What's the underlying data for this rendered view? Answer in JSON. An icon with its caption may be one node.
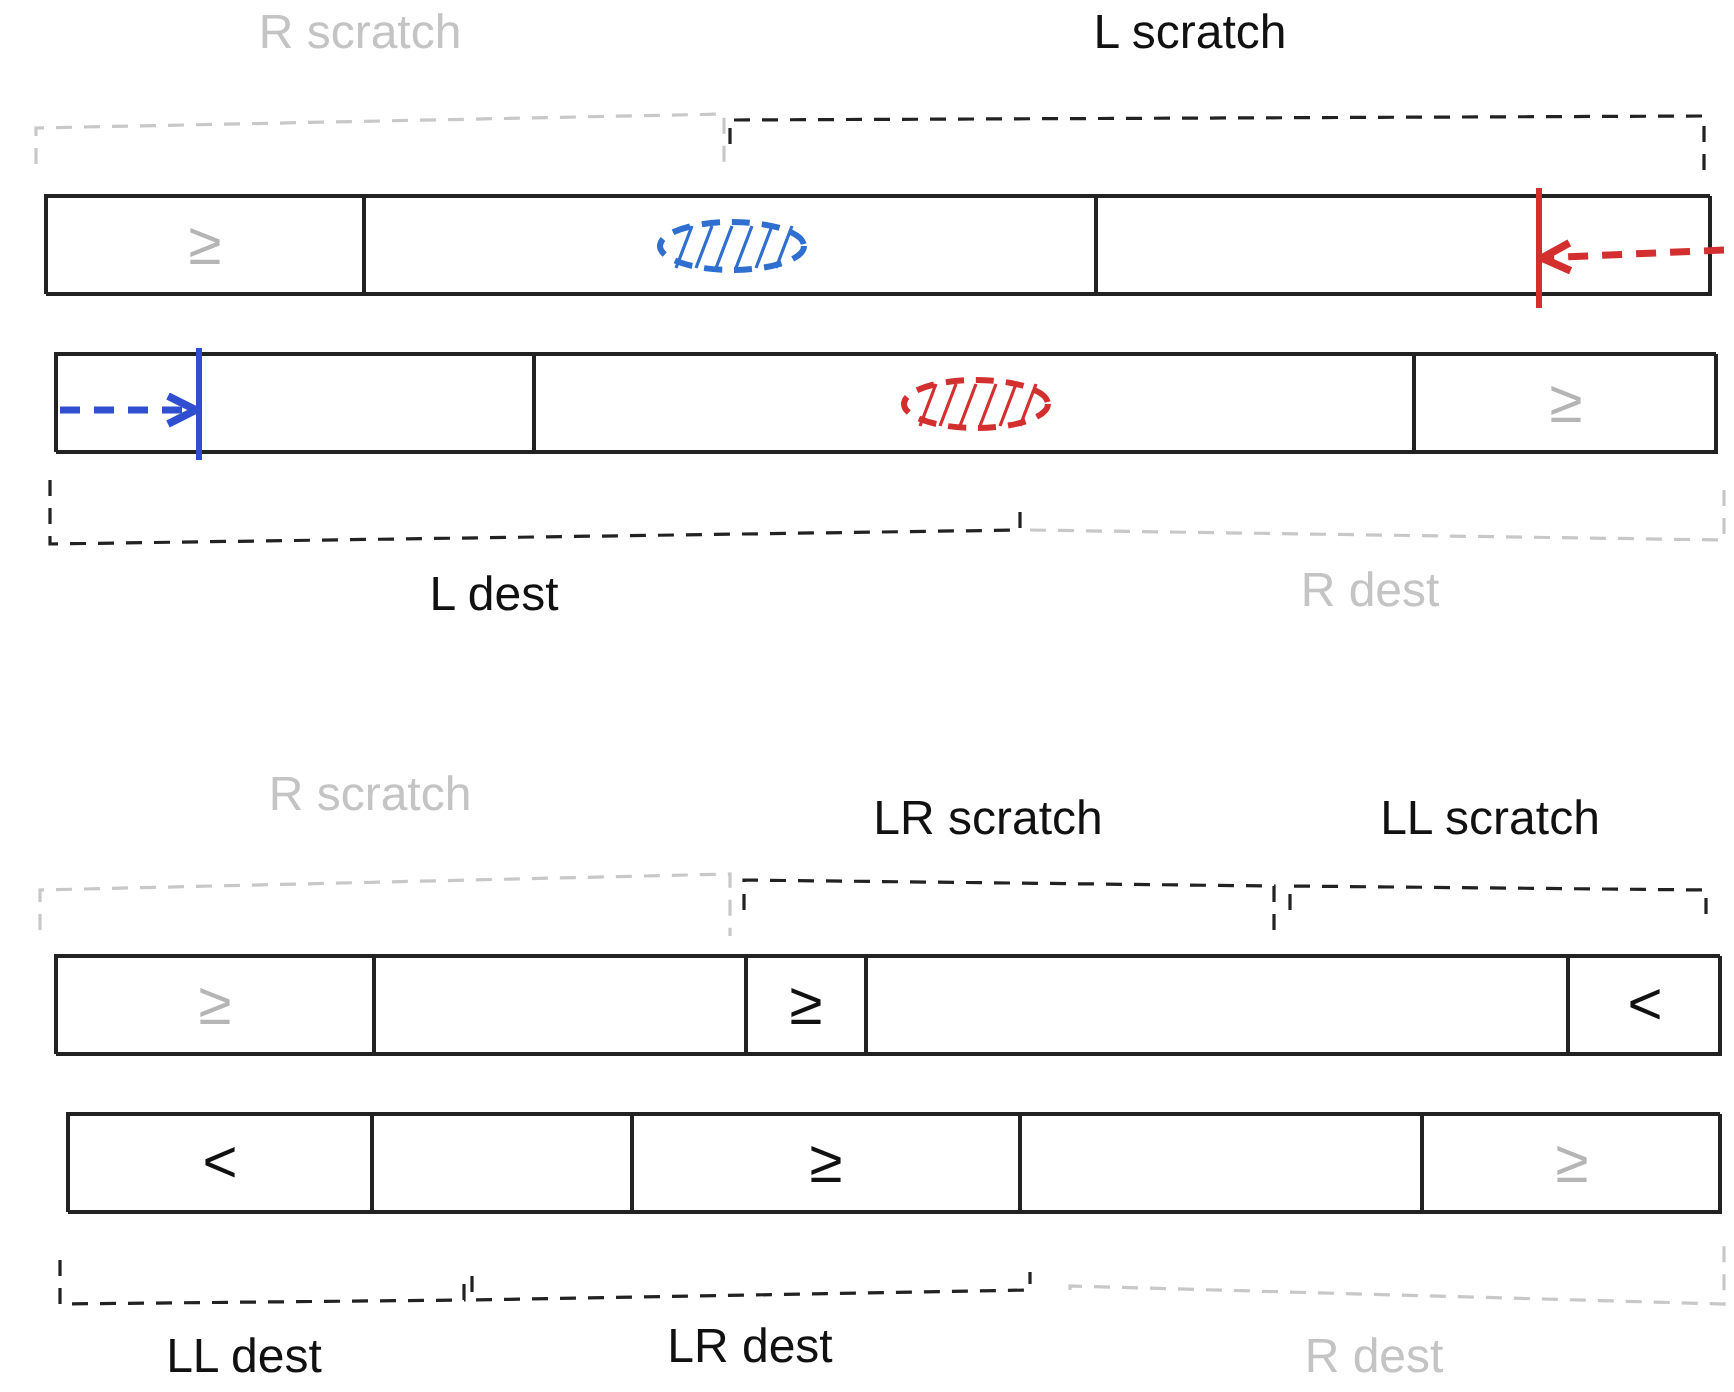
{
  "diagram": {
    "nodes": [
      {
        "text": [],
        "shape": "bar"
      },
      {
        "text": [
          "≥"
        ],
        "in": 0
      },
      {
        "text": [],
        "shape": "box",
        "in": 0
      },
      {
        "text": [],
        "shape": "box",
        "in": 0
      },
      {
        "text": [],
        "shape": "bar",
        "in": 3
      },
      {
        "text": [],
        "shape": "bar"
      },
      {
        "text": [],
        "shape": "box",
        "in": 5
      },
      {
        "text": [],
        "shape": "bar",
        "in": 6
      },
      {
        "text": [],
        "shape": "box",
        "in": 5
      },
      {
        "text": [
          "≥"
        ],
        "in": 5
      },
      {
        "text": [],
        "shape": "bar"
      },
      {
        "text": [
          "≥"
        ],
        "in": 10
      },
      {
        "text": [],
        "shape": "box",
        "in": 10
      },
      {
        "text": [
          "≥"
        ],
        "in": 10
      },
      {
        "text": [],
        "shape": "box",
        "in": 10
      },
      {
        "text": [
          "<"
        ],
        "in": 10
      },
      {
        "text": [],
        "shape": "bar"
      },
      {
        "text": [
          "<"
        ],
        "in": 16
      },
      {
        "text": [],
        "shape": "box",
        "in": 16
      },
      {
        "text": [
          "≥"
        ],
        "in": 16
      },
      {
        "text": [],
        "shape": "box",
        "in": 16
      },
      {
        "text": [
          "≥"
        ],
        "in": 16
      }
    ],
    "edges": [
      {
        "from": null,
        "to": 4,
        "arrow": "to",
        "style": "dashed",
        "color": "#d32f2f"
      },
      {
        "from": null,
        "to": 7,
        "arrow": "to",
        "style": "dashed",
        "color": "#2f4fd0"
      }
    ],
    "labels": [
      "R scratch",
      "L scratch",
      "L dest",
      "R dest",
      "R scratch",
      "LR scratch",
      "LL scratch",
      "LL dest",
      "LR dest",
      "R dest"
    ]
  }
}
